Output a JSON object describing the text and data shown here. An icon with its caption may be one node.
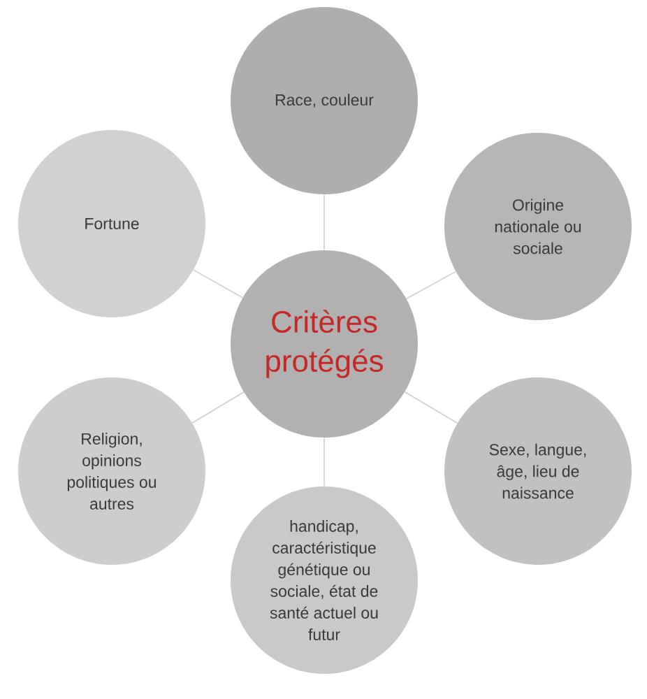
{
  "diagram": {
    "nodes": [
      {
        "text": [
          "Race, couleur"
        ]
      },
      {
        "text": [
          "Fortune"
        ]
      },
      {
        "text": [
          "Origine nationale ou sociale"
        ]
      },
      {
        "text": [
          "Critères protégés"
        ]
      },
      {
        "text": [
          "Religion, opinions politiques ou autres"
        ]
      },
      {
        "text": [
          "Sexe, langue, âge, lieu de naissance"
        ]
      },
      {
        "text": [
          "handicap, caractéristique génétique ou sociale, état de santé actuel ou futur"
        ]
      }
    ],
    "edges": [
      {
        "from": 3,
        "to": 0,
        "arrow": "none"
      },
      {
        "from": 3,
        "to": 1,
        "arrow": "none"
      },
      {
        "from": 3,
        "to": 2,
        "arrow": "none"
      },
      {
        "from": 3,
        "to": 4,
        "arrow": "none"
      },
      {
        "from": 3,
        "to": 5,
        "arrow": "none"
      },
      {
        "from": 3,
        "to": 6,
        "arrow": "none"
      }
    ]
  }
}
